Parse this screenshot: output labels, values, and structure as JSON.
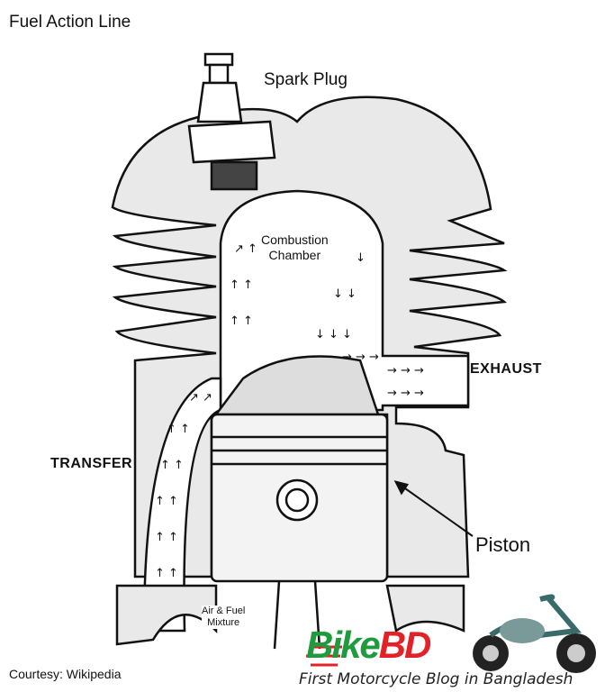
{
  "title": "Fuel Action Line",
  "labels": {
    "spark_plug": "Spark Plug",
    "combustion_1": "Combustion",
    "combustion_2": "Chamber",
    "exhaust": "EXHAUST",
    "transfer": "TRANSFER",
    "piston": "Piston",
    "air_fuel_1": "Air & Fuel",
    "air_fuel_2": "Mixture"
  },
  "courtesy": "Courtesy: Wikipedia",
  "logo": {
    "part1": "Bike",
    "part2": "BD",
    "tagline": "First Motorcycle Blog in Bangladesh"
  },
  "colors": {
    "logo_green": "#1f9a3c",
    "logo_red": "#e32227"
  }
}
